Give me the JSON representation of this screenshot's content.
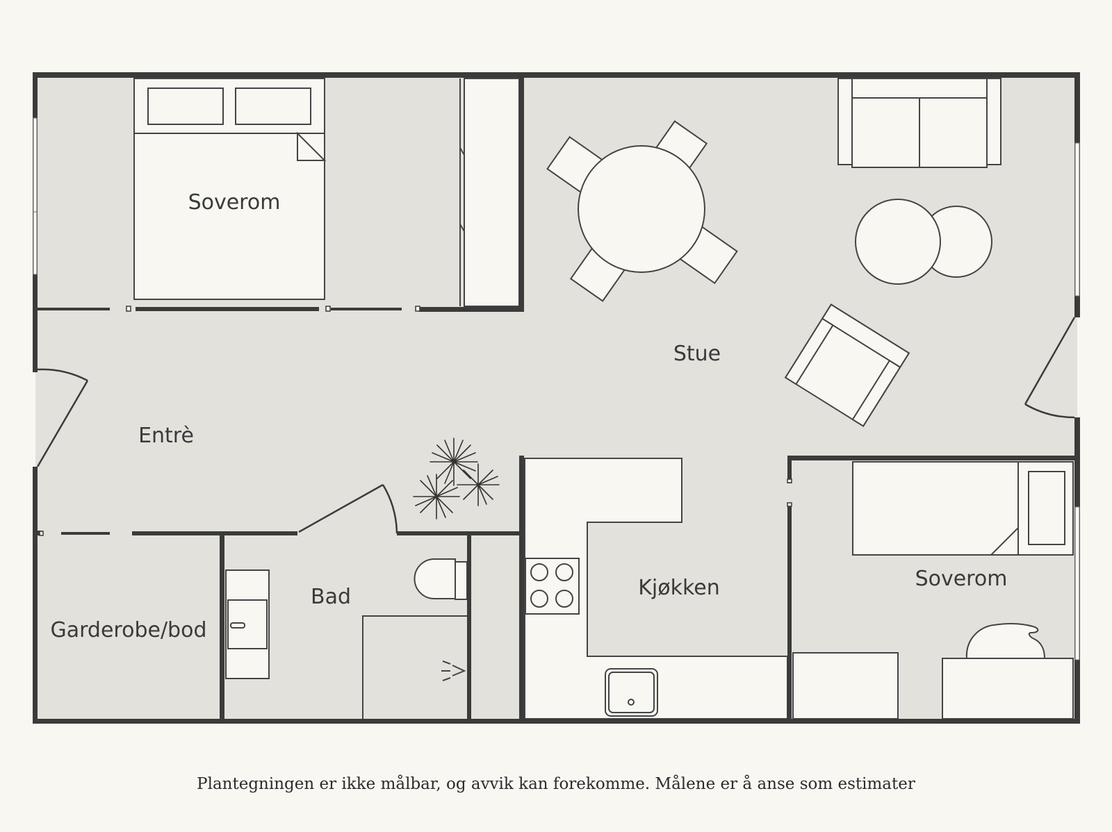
{
  "rooms": {
    "soverom_1": "Soverom",
    "stue": "Stue",
    "entre": "Entrè",
    "bad": "Bad",
    "kjokken": "Kjøkken",
    "soverom_2": "Soverom",
    "garderobe": "Garderobe/bod"
  },
  "disclaimer": "Plantegningen er ikke målbar, og avvik kan forekomme. Målene er å anse som estimater",
  "colors": {
    "background": "#f8f7f2",
    "floor": "#e3e1dc",
    "wall": "#3b3b3b",
    "furniture": "#f8f7f2"
  }
}
